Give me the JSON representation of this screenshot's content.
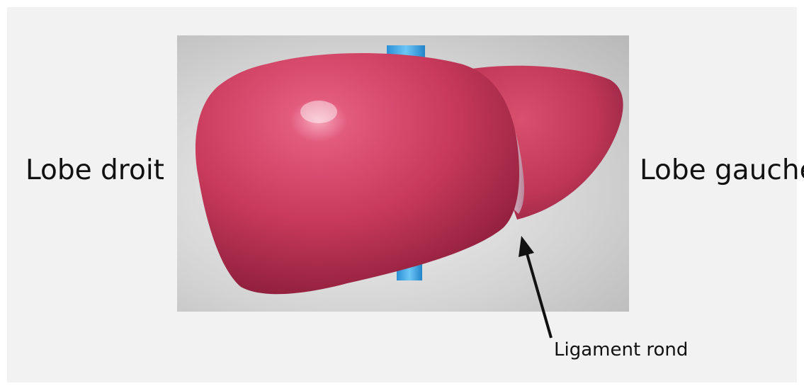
{
  "labels": {
    "right_lobe": "Lobe droit",
    "left_lobe": "Lobe gauche",
    "round_ligament": "Ligament rond"
  },
  "colors": {
    "background": "#f2f2f2",
    "liver": "#c8365a",
    "vessel": "#3aa8e8",
    "text": "#111111"
  }
}
